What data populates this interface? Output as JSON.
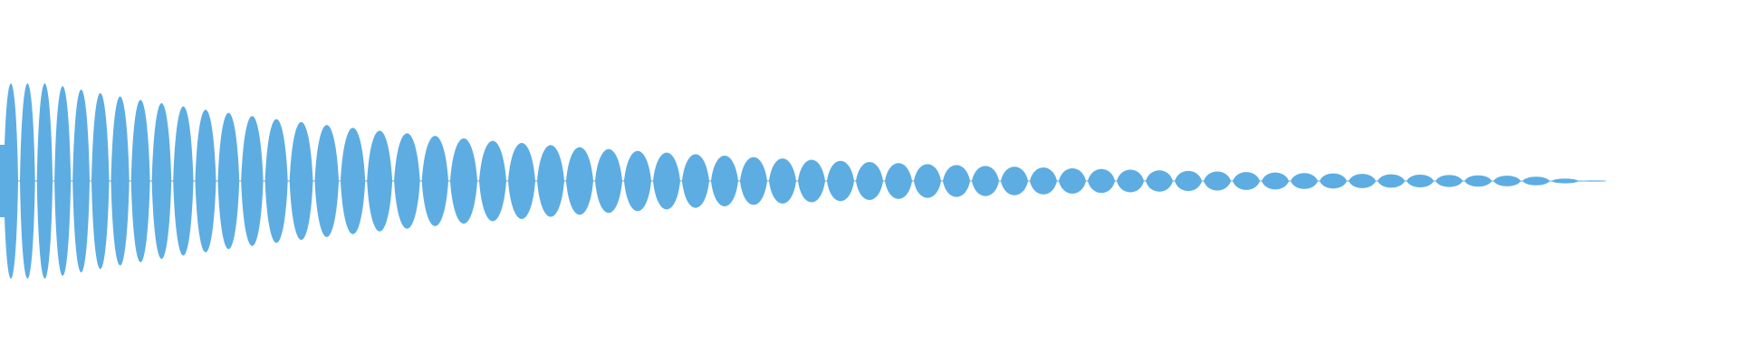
{
  "waveform": {
    "color": "#5dade2",
    "background": "#ffffff",
    "peaks_start_to_end": {
      "shape": "decaying",
      "leading_lobes": 6,
      "initial_amplitude": 1.0,
      "end_amplitude": 0.0
    }
  }
}
